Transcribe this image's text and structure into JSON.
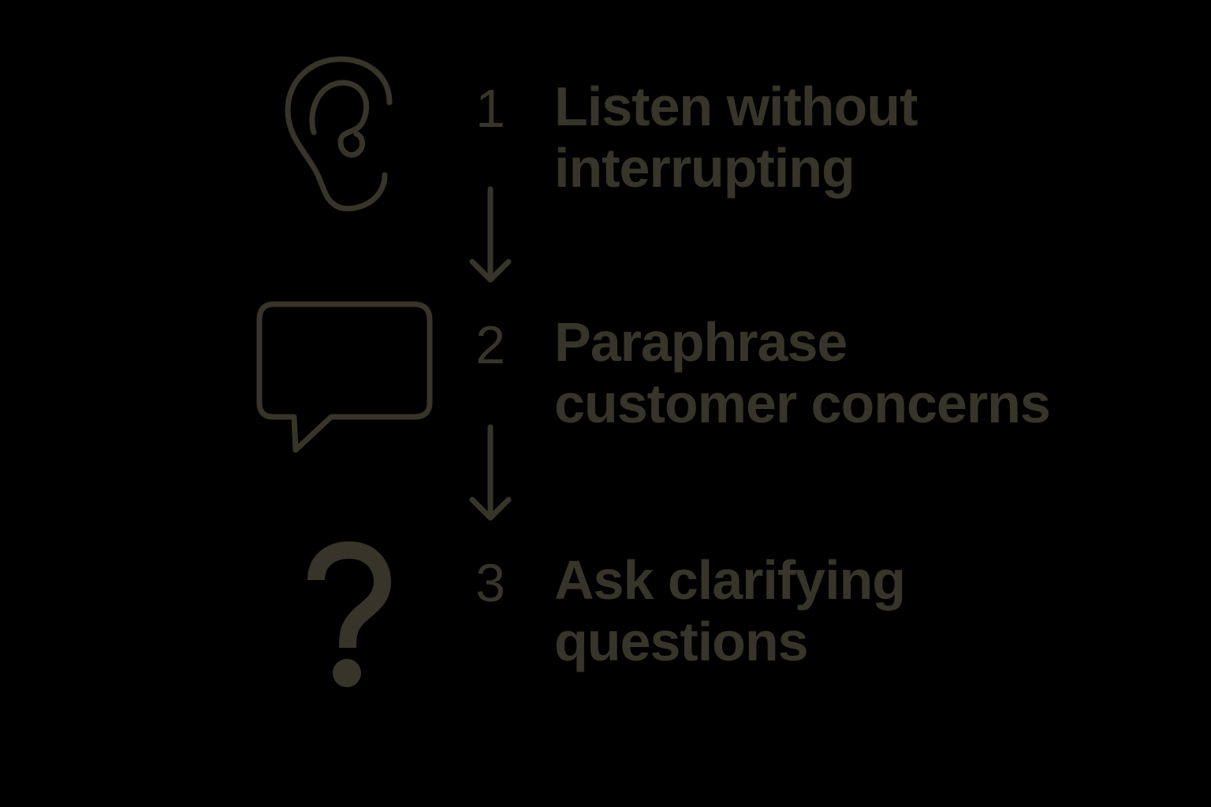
{
  "colors": {
    "background": "#000000",
    "foreground": "#37352a"
  },
  "steps": [
    {
      "number": "1",
      "icon": "ear-icon",
      "label_lines": [
        "Listen without",
        "interrupting"
      ]
    },
    {
      "number": "2",
      "icon": "speech-bubble-icon",
      "label_lines": [
        "Paraphrase",
        "customer concerns"
      ]
    },
    {
      "number": "3",
      "icon": "question-mark-icon",
      "label_lines": [
        "Ask clarifying",
        "questions"
      ]
    }
  ]
}
